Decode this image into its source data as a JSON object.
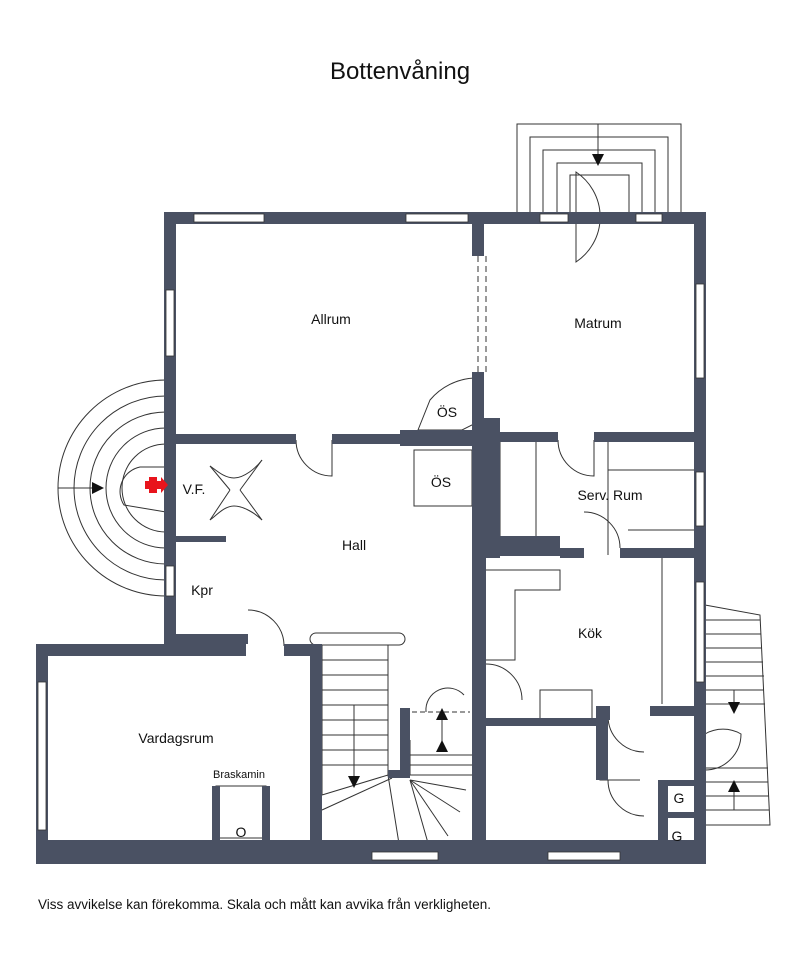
{
  "title": "Bottenvåning",
  "disclaimer": "Viss avvikelse kan förekomma. Skala och mått kan avvika från verkligheten.",
  "rooms": {
    "allrum": "Allrum",
    "matrum": "Matrum",
    "os_upper": "ÖS",
    "os_lower": "ÖS",
    "vf": "V.F.",
    "hall": "Hall",
    "serv_rum": "Serv. Rum",
    "kpr": "Kpr",
    "kok": "Kök",
    "vardagsrum": "Vardagsrum",
    "braskamin": "Braskamin",
    "kamin_o": "O",
    "g1": "G",
    "g2": "G"
  },
  "colors": {
    "wall": "#4a5163",
    "line": "#333333",
    "entry_marker": "#e8141c"
  },
  "icons": {
    "entry": "red-cross-entry-icon"
  }
}
